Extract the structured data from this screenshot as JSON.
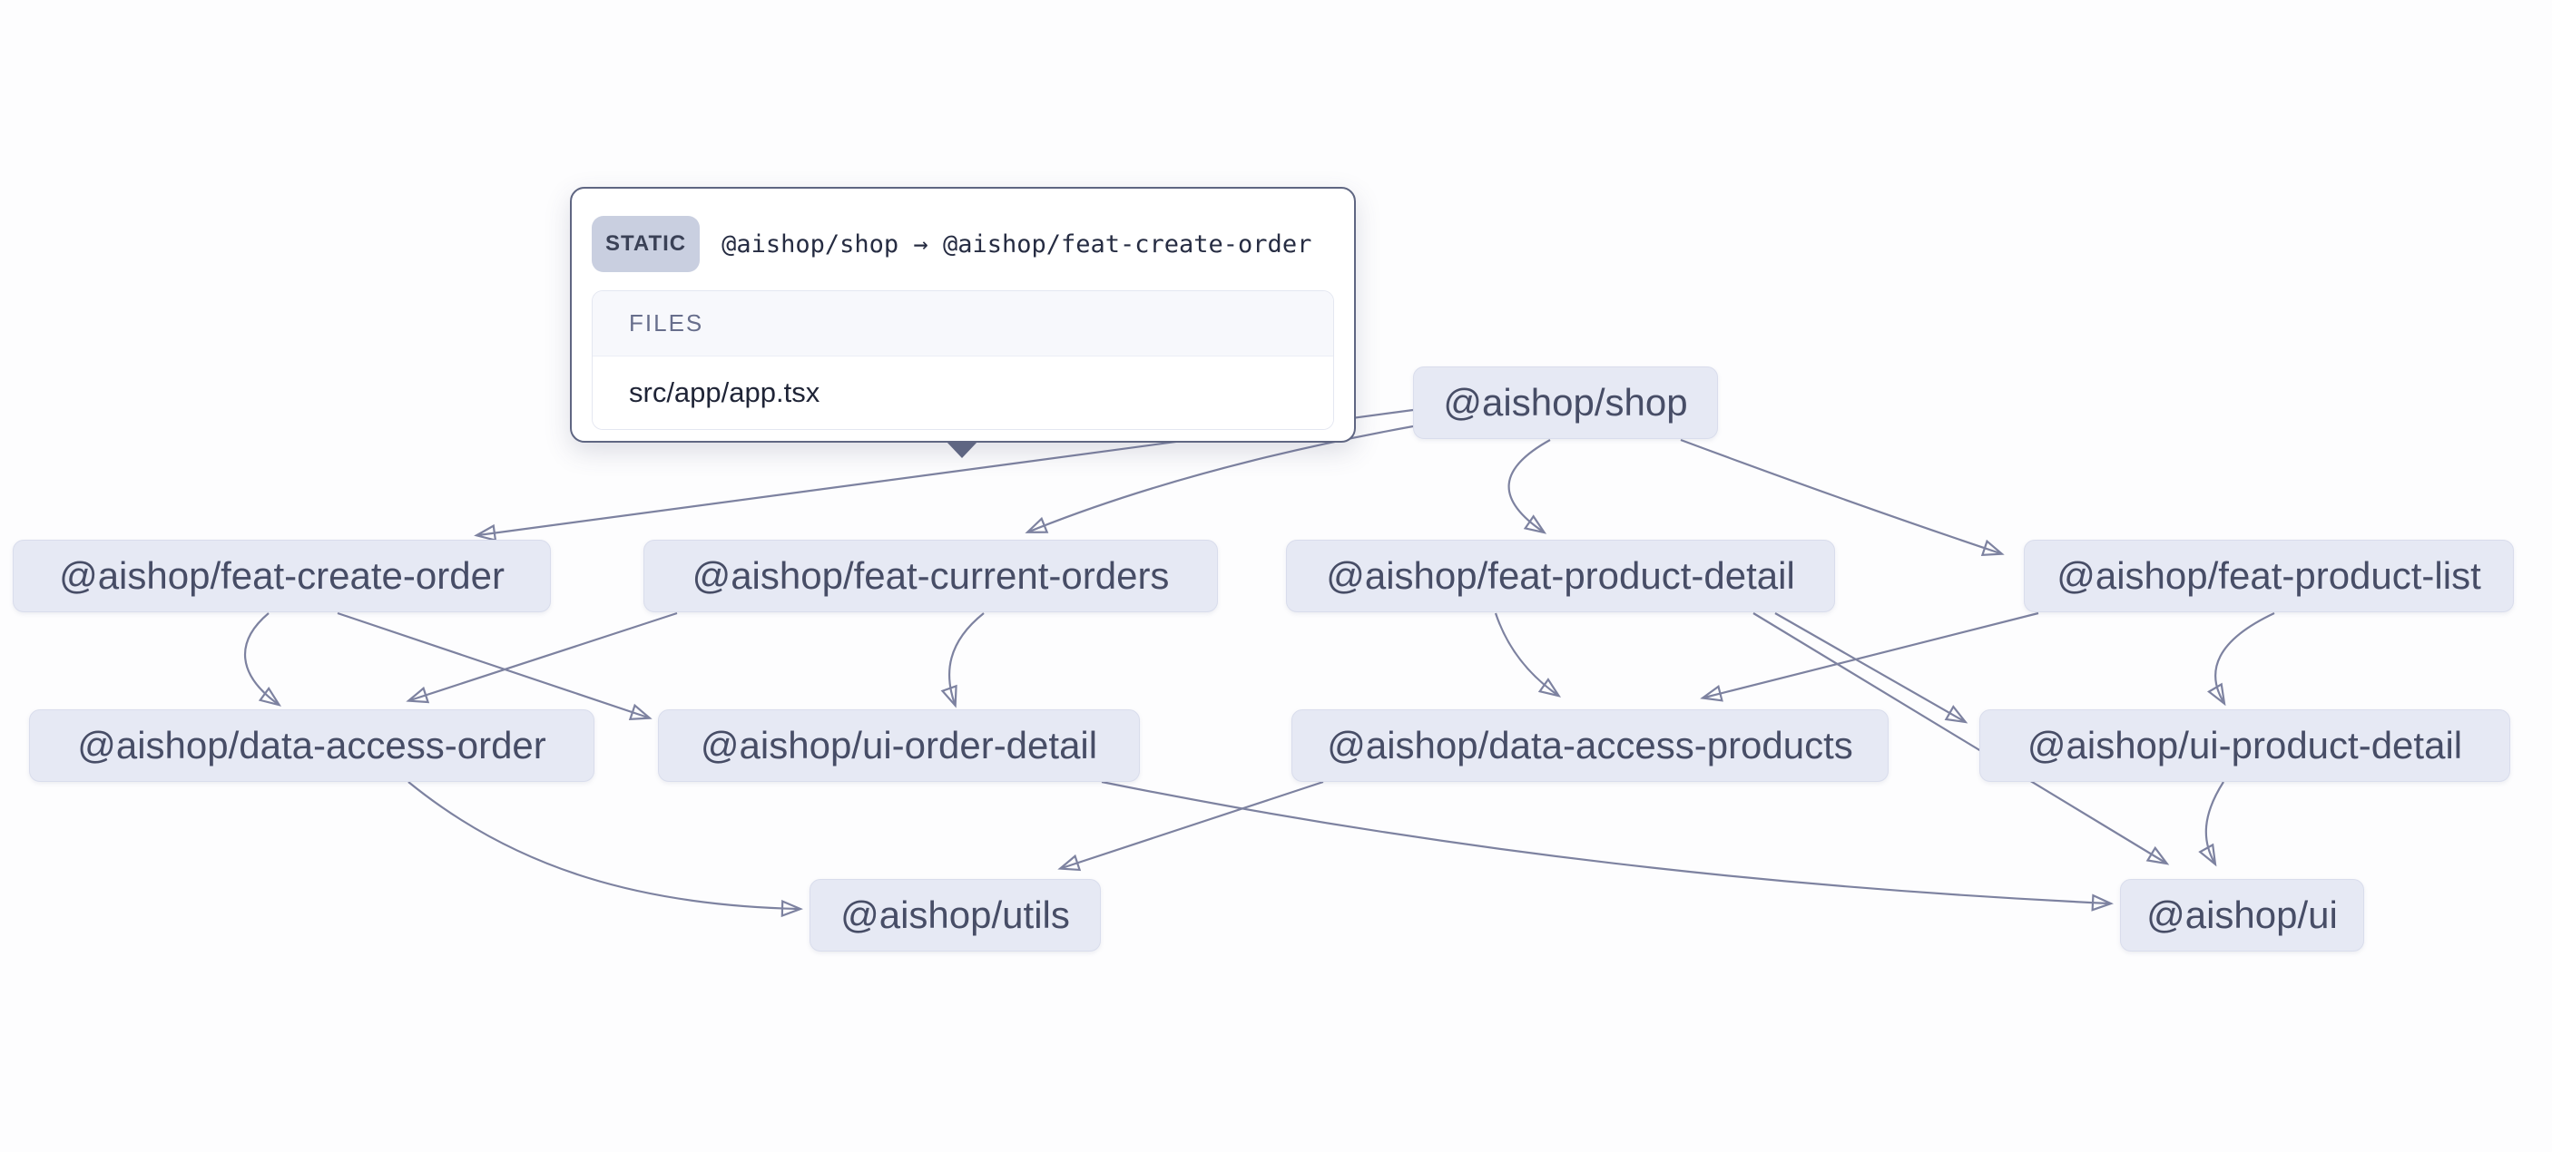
{
  "tooltip": {
    "type_badge": "STATIC",
    "edge_label": "@aishop/shop → @aishop/feat-create-order",
    "files_header": "FILES",
    "files": [
      "src/app/app.tsx"
    ]
  },
  "graph": {
    "nodes": [
      {
        "id": "shop",
        "label": "@aishop/shop"
      },
      {
        "id": "feat-create-order",
        "label": "@aishop/feat-create-order"
      },
      {
        "id": "feat-current-orders",
        "label": "@aishop/feat-current-orders"
      },
      {
        "id": "feat-product-detail",
        "label": "@aishop/feat-product-detail"
      },
      {
        "id": "feat-product-list",
        "label": "@aishop/feat-product-list"
      },
      {
        "id": "data-access-order",
        "label": "@aishop/data-access-order"
      },
      {
        "id": "ui-order-detail",
        "label": "@aishop/ui-order-detail"
      },
      {
        "id": "data-access-products",
        "label": "@aishop/data-access-products"
      },
      {
        "id": "ui-product-detail",
        "label": "@aishop/ui-product-detail"
      },
      {
        "id": "utils",
        "label": "@aishop/utils"
      },
      {
        "id": "ui",
        "label": "@aishop/ui"
      }
    ],
    "edges": [
      {
        "source": "@aishop/shop",
        "target": "@aishop/feat-create-order",
        "type": "STATIC",
        "hovered": true
      },
      {
        "source": "@aishop/shop",
        "target": "@aishop/feat-current-orders"
      },
      {
        "source": "@aishop/shop",
        "target": "@aishop/feat-product-detail"
      },
      {
        "source": "@aishop/shop",
        "target": "@aishop/feat-product-list"
      },
      {
        "source": "@aishop/feat-create-order",
        "target": "@aishop/data-access-order"
      },
      {
        "source": "@aishop/feat-create-order",
        "target": "@aishop/ui-order-detail"
      },
      {
        "source": "@aishop/feat-current-orders",
        "target": "@aishop/data-access-order"
      },
      {
        "source": "@aishop/feat-current-orders",
        "target": "@aishop/ui-order-detail"
      },
      {
        "source": "@aishop/feat-product-detail",
        "target": "@aishop/data-access-products"
      },
      {
        "source": "@aishop/feat-product-detail",
        "target": "@aishop/ui-product-detail"
      },
      {
        "source": "@aishop/feat-product-detail",
        "target": "@aishop/ui"
      },
      {
        "source": "@aishop/feat-product-list",
        "target": "@aishop/data-access-products"
      },
      {
        "source": "@aishop/feat-product-list",
        "target": "@aishop/ui-product-detail"
      },
      {
        "source": "@aishop/data-access-order",
        "target": "@aishop/utils"
      },
      {
        "source": "@aishop/data-access-products",
        "target": "@aishop/utils"
      },
      {
        "source": "@aishop/ui-order-detail",
        "target": "@aishop/ui"
      },
      {
        "source": "@aishop/ui-product-detail",
        "target": "@aishop/ui"
      }
    ],
    "colors": {
      "node_bg": "#e6e9f4",
      "node_text": "#474d66",
      "edge_stroke": "#7d82a0",
      "arrowhead": "#5c6380",
      "tooltip_border": "#5f6682",
      "badge_bg": "#c9cfe0",
      "files_header_bg": "#f7f8fc"
    }
  }
}
